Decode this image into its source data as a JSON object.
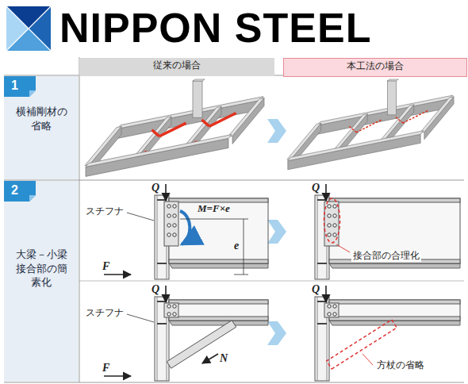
{
  "diagram": {
    "title": "NIPPON STEEL",
    "nodes": [
      {
        "text": [
          "従来の場合"
        ]
      },
      {
        "text": [
          "本工法の場合"
        ]
      },
      {
        "text": [
          "横補剛材の省略"
        ]
      },
      {
        "text": [
          "1"
        ],
        "in": 2
      },
      {
        "text": [
          "大梁－小梁接合部の簡素化"
        ]
      },
      {
        "text": [
          "2"
        ],
        "in": 4
      }
    ],
    "labels": [
      "Q",
      "スチフナ",
      "M=F×e",
      "e",
      "F",
      "Q",
      "接合部の合理化",
      "Q",
      "スチフナ",
      "N",
      "F",
      "Q",
      "方杖の省略"
    ]
  }
}
